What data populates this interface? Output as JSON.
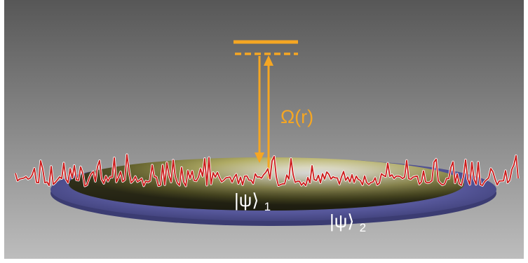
{
  "labels": {
    "rabi_frequency": "Ω(r)",
    "state_inner": "|ψ⟩",
    "state_inner_subscript": "1",
    "state_outer": "|ψ⟩",
    "state_outer_subscript": "2"
  },
  "colors": {
    "laser": "#f5a623",
    "noise_trace": "#cc1a1a",
    "noise_trace_highlight": "#ffffff",
    "outer_disk": "#56579a",
    "inner_disk_center": "#f6f3df",
    "inner_disk_edge": "#5e5d2a",
    "label_text": "#ffffff",
    "background_top": "#575757",
    "background_bottom": "#bdbdbd"
  }
}
